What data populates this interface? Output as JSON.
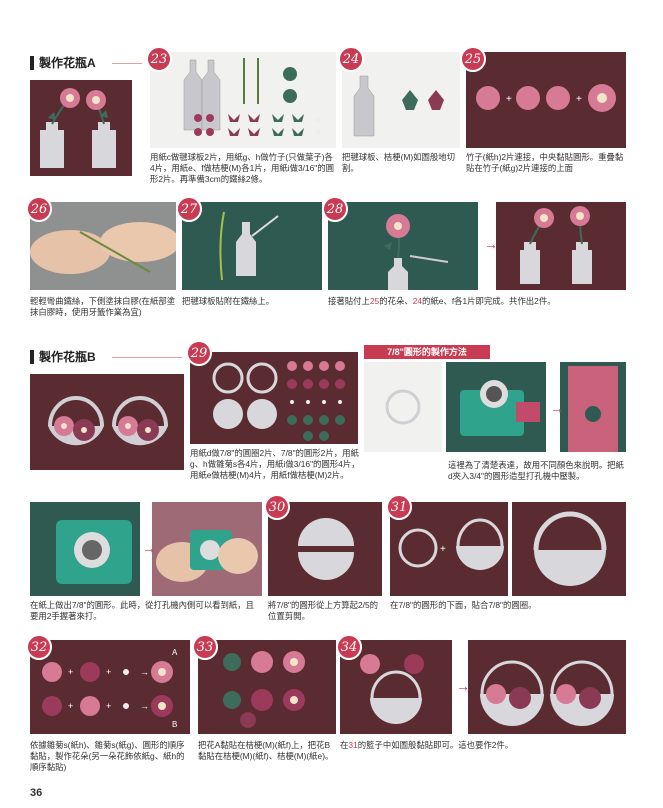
{
  "sections": {
    "vase_a": "製作花瓶A",
    "vase_b": "製作花瓶B"
  },
  "steps": {
    "s23": {
      "num": "23",
      "caption": "用紙c做毽球板2片，用紙g、h做竹子(只做葉子)各4片，用紙e、f做桔梗(M)各1片，用紙i做3/16\"的圓形2片。再準備3cm的鐵絲2條。"
    },
    "s24": {
      "num": "24",
      "caption": "把毽球板、桔梗(M)如圖般地切割。"
    },
    "s25": {
      "num": "25",
      "caption": "竹子(紙h)2片連接，中央黏貼圓形。重疊黏貼在竹子(紙g)2片連接的上面"
    },
    "s26": {
      "num": "26",
      "caption": "輕輕彎曲鐵絲，下側塗抹白膠(在紙部塗抹白膠時，使用牙籤作業為宜)"
    },
    "s27": {
      "num": "27",
      "caption": "把毽球板貼附在鐵絲上。"
    },
    "s28": {
      "num": "28",
      "caption_parts": [
        "接著貼付上",
        "25",
        "的花朵、",
        "24",
        "的紙e、f各1片即完成。共作出2件。"
      ]
    },
    "s29": {
      "num": "29",
      "caption": "用紙d做7/8\"的圓圈2片、7/8\"的圓形2片，用紙g、h做雛菊s各4片，用紙i做3/16\"的圓形4片，用紙e做桔梗(M)4片，用紙f做桔梗(M)2片。"
    },
    "circle_method": {
      "tag": "7/8\"圓形的製作方法",
      "caption": "這裡為了清楚表達，故用不同顏色來說明。把紙d夾入3/4\"的圓形造型打孔機中壓製。"
    },
    "circle_method2": {
      "caption": "在紙上做出7/8\"的圓形。此時，從打孔機內側可以看到紙，且要用2手握著來打。"
    },
    "s30": {
      "num": "30",
      "caption": "將7/8\"的圓形從上方算起2/5的位置剪開。"
    },
    "s31": {
      "num": "31",
      "caption": "在7/8\"的圓形的下面，貼合7/8\"的圓圈。"
    },
    "s32": {
      "num": "32",
      "caption": "依據雛菊s(紙h)、雛菊s(紙g)、圓形的順序黏貼，製作花朵(另一朵花飾依紙g、紙h的順序黏貼)",
      "label_a": "A",
      "label_b": "B"
    },
    "s33": {
      "num": "33",
      "caption": "把花A黏貼在桔梗(M)(紙f)上，把花B黏貼在桔梗(M)(紙f)、桔梗(M)(紙e)。"
    },
    "s34": {
      "num": "34",
      "caption_parts": [
        "在",
        "31",
        "的籃子中如圖般黏貼即可。這也要作2件。"
      ]
    }
  },
  "page_number": "36",
  "colors": {
    "accent": "#c93b53",
    "photo_bg": "#5a2b30",
    "leaf": "#3d6b5c",
    "flower_pink": "#d67a95",
    "flower_dark": "#8b3a55"
  }
}
